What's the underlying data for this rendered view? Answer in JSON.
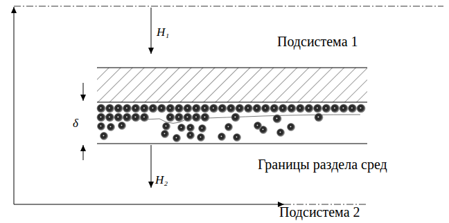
{
  "diagram": {
    "labels": [
      "H₁",
      "Подсистема 1",
      "δ",
      "Границы раздела сред",
      "H₂",
      "Подсистема 2"
    ]
  }
}
